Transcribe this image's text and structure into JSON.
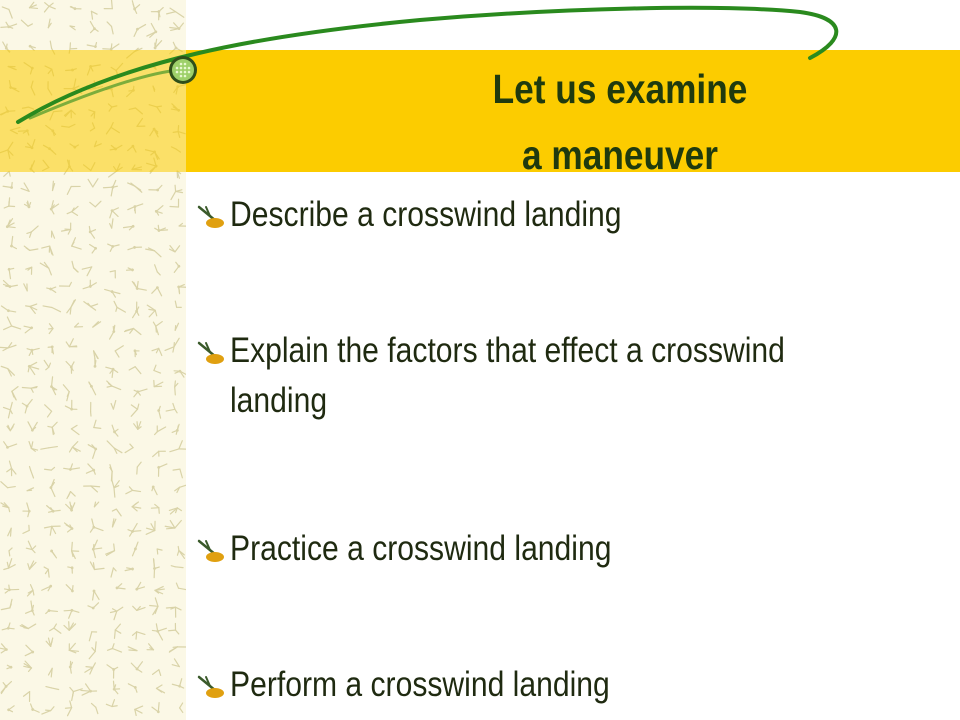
{
  "slide": {
    "title_line_1": "Let us examine",
    "title_line_2": "a maneuver",
    "bullets": [
      {
        "text": "Describe a crosswind landing"
      },
      {
        "text": "Explain the factors that effect a crosswind",
        "text_line_2": "landing"
      },
      {
        "text": "Practice a crosswind landing"
      },
      {
        "text": "Perform a crosswind landing"
      }
    ]
  },
  "colors": {
    "title_bar": "#fccc00",
    "title_text": "#1f3a0e",
    "body_text": "#1f2a10",
    "swoosh": "#2a8a1e",
    "bullet_marker": "#e0a010",
    "bullet_stem": "#3a5a2a",
    "pattern": "#d9d3a8"
  },
  "icons": {
    "bullet": "bullet-icon",
    "orb": "orb-icon"
  }
}
